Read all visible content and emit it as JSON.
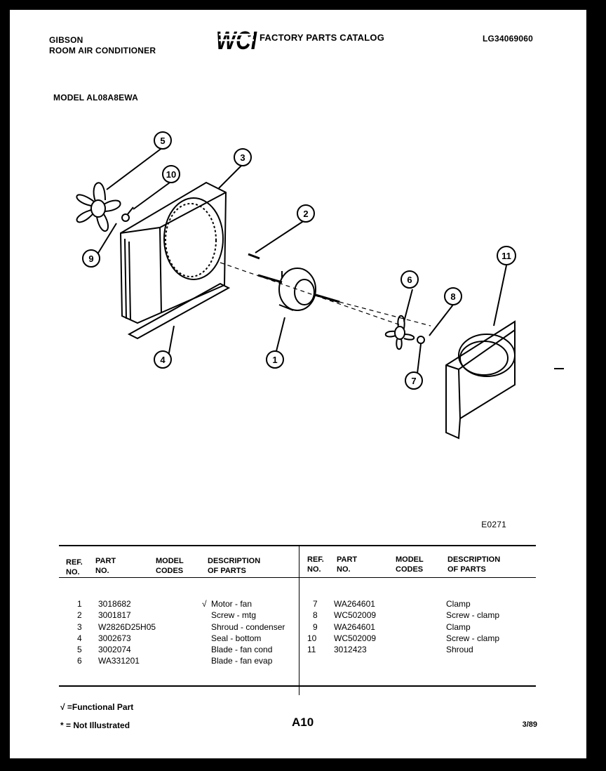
{
  "header": {
    "brand": "GIBSON",
    "product": "ROOM AIR CONDITIONER",
    "logo_text": "WCI",
    "catalog_title": "FACTORY PARTS CATALOG",
    "catalog_number": "LG34069060",
    "model_line": "MODEL AL08A8EWA"
  },
  "diagram": {
    "code": "E0271",
    "callouts": [
      "1",
      "2",
      "3",
      "4",
      "5",
      "6",
      "7",
      "8",
      "9",
      "10",
      "11"
    ]
  },
  "table": {
    "headers": {
      "ref_no": [
        "REF.",
        "NO."
      ],
      "part_no": [
        "PART",
        "NO."
      ],
      "model_codes": [
        "MODEL",
        "CODES"
      ],
      "description": [
        "DESCRIPTION",
        "OF PARTS"
      ]
    },
    "left_rows": [
      {
        "ref": "1",
        "part": "3018682",
        "code": "",
        "mark": "√",
        "desc": "Motor - fan"
      },
      {
        "ref": "2",
        "part": "3001817",
        "code": "",
        "mark": "",
        "desc": "Screw - mtg"
      },
      {
        "ref": "3",
        "part": "W2826D25H05",
        "code": "",
        "mark": "",
        "desc": "Shroud - condenser"
      },
      {
        "ref": "4",
        "part": "3002673",
        "code": "",
        "mark": "",
        "desc": "Seal - bottom"
      },
      {
        "ref": "5",
        "part": "3002074",
        "code": "",
        "mark": "",
        "desc": "Blade - fan cond"
      },
      {
        "ref": "6",
        "part": "WA331201",
        "code": "",
        "mark": "",
        "desc": "Blade - fan evap"
      }
    ],
    "right_rows": [
      {
        "ref": "7",
        "part": "WA264601",
        "code": "",
        "desc": "Clamp"
      },
      {
        "ref": "8",
        "part": "WC502009",
        "code": "",
        "desc": "Screw - clamp"
      },
      {
        "ref": "9",
        "part": "WA264601",
        "code": "",
        "desc": "Clamp"
      },
      {
        "ref": "10",
        "part": "WC502009",
        "code": "",
        "desc": "Screw - clamp"
      },
      {
        "ref": "11",
        "part": "3012423",
        "code": "",
        "desc": "Shroud"
      }
    ]
  },
  "footer": {
    "functional_note": "√ =Functional Part",
    "not_illustrated_note": "* = Not Illustrated",
    "page": "A10",
    "date": "3/89"
  }
}
